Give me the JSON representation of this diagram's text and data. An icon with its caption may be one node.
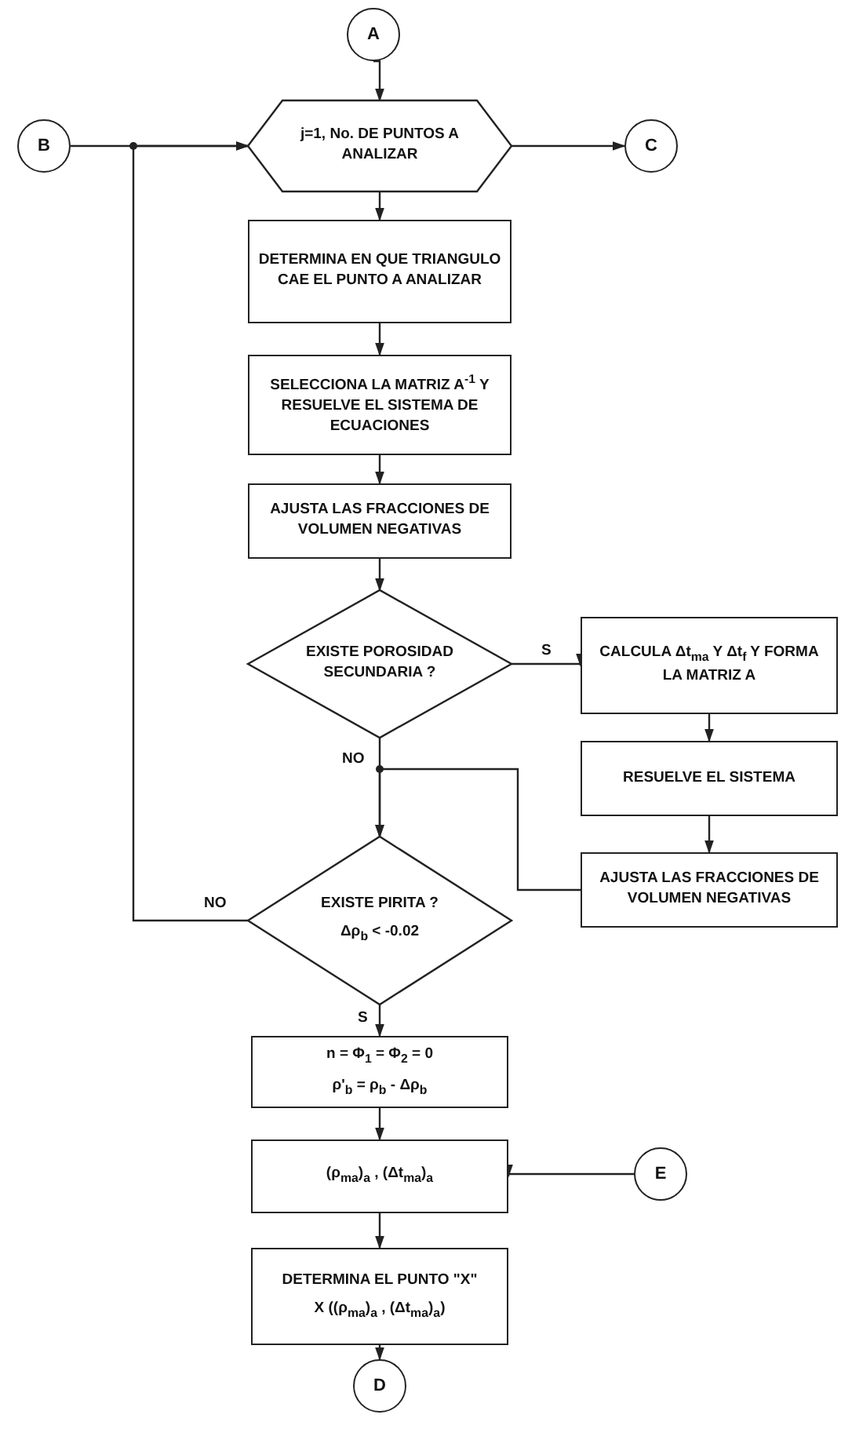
{
  "diagram": {
    "nodes": [
      {
        "text": [
          "A"
        ]
      },
      {
        "text": [
          "j=1, No. DE PUNTOS A ANALIZAR"
        ]
      },
      {
        "text": [
          "B"
        ]
      },
      {
        "text": [
          "C"
        ]
      },
      {
        "text": [
          "DETERMINA EN QUE TRIANGULO CAE EL PUNTO A ANALIZAR"
        ]
      },
      {
        "text": [
          "SELECCIONA LA MATRIZ A$^{-1}$ Y RESUELVE EL SISTEMA DE ECUACIONES"
        ]
      },
      {
        "text": [
          "AJUSTA LAS FRACCIONES DE VOLUMEN NEGATIVAS"
        ]
      },
      {
        "text": [
          "EXISTE POROSIDAD SECUNDARIA ?"
        ]
      },
      {
        "text": [
          "CALCULA Δt$_{ma}$ Y Δt$_{f}$ Y FORMA LA MATRIZ A"
        ]
      },
      {
        "text": [
          "RESUELVE EL SISTEMA"
        ]
      },
      {
        "text": [
          "AJUSTA LAS FRACCIONES DE VOLUMEN NEGATIVAS"
        ]
      },
      {
        "text": [
          "EXISTE PIRITA ?",
          "Δρ$_{b}$ < -0.02"
        ]
      },
      {
        "text": [
          "n = Φ$_{1}$ = Φ$_{2}$ = 0",
          "ρ'$_{b}$ = ρ$_{b}$ - Δρ$_{b}$"
        ]
      },
      {
        "text": [
          "(ρ$_{ma}$)$_{a}$ , (Δt$_{ma}$)$_{a}$"
        ]
      },
      {
        "text": [
          "E"
        ]
      },
      {
        "text": [
          "DETERMINA EL PUNTO \"X\"",
          "X ((ρ$_{ma}$)$_{a}$ , (Δt$_{ma}$)$_{a}$)"
        ]
      },
      {
        "text": [
          "D"
        ]
      }
    ],
    "edges": [
      {
        "from": 0,
        "to": 1,
        "arrow": "to"
      },
      {
        "from": 2,
        "to": 1,
        "arrow": "to"
      },
      {
        "from": 1,
        "to": 3,
        "arrow": "to"
      },
      {
        "from": 1,
        "to": 4,
        "arrow": "to"
      },
      {
        "from": 4,
        "to": 5,
        "arrow": "to"
      },
      {
        "from": 5,
        "to": 6,
        "arrow": "to"
      },
      {
        "from": 6,
        "to": 7,
        "arrow": "to"
      },
      {
        "from": 7,
        "to": 8,
        "arrow": "to",
        "label": "S"
      },
      {
        "from": 7,
        "to": 11,
        "arrow": "to",
        "label": "NO"
      },
      {
        "from": 8,
        "to": 9,
        "arrow": "to"
      },
      {
        "from": 9,
        "to": 10,
        "arrow": "to"
      },
      {
        "from": 10,
        "to": 11,
        "arrow": "to"
      },
      {
        "from": 11,
        "to": 1,
        "arrow": "to",
        "label": "NO"
      },
      {
        "from": 11,
        "to": 12,
        "arrow": "to",
        "label": "S"
      },
      {
        "from": 12,
        "to": 13,
        "arrow": "to"
      },
      {
        "from": 14,
        "to": 13,
        "arrow": "to"
      },
      {
        "from": 13,
        "to": 15,
        "arrow": "to"
      },
      {
        "from": 15,
        "to": 16,
        "arrow": "to"
      }
    ]
  }
}
